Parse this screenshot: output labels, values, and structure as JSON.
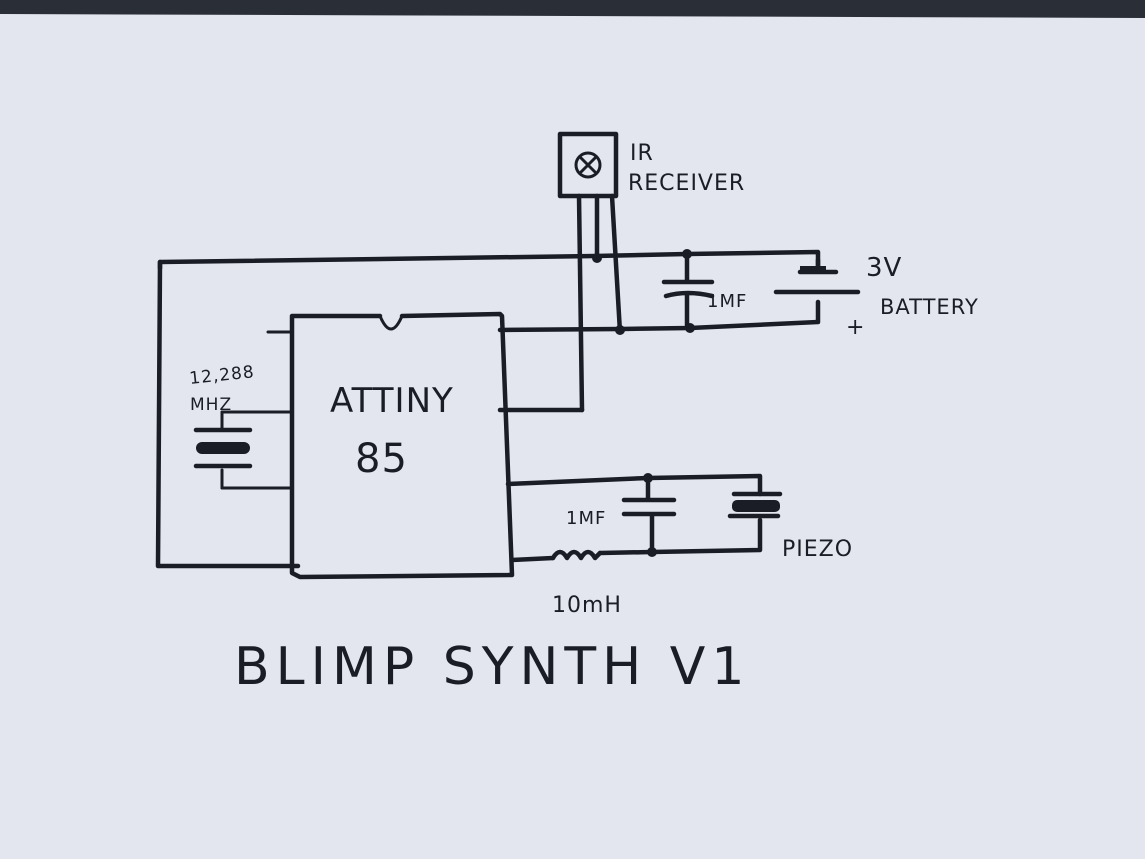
{
  "paper_color": "#e3e5ef",
  "ink_color": "#1b1d26",
  "labels": {
    "chip_line1": "ATTINY",
    "chip_line2": "85",
    "ir_line1": "IR",
    "ir_line2": "RECEIVER",
    "battery_voltage": "3V",
    "battery_name": "BATTERY",
    "battery_plus": "+",
    "cap_power": "1MF",
    "crystal_line1": "12,288",
    "crystal_line2": "MHZ",
    "cap_output": "1MF",
    "piezo": "PIEZO",
    "inductor": "10mH",
    "title": "BLIMP SYNTH V1"
  }
}
